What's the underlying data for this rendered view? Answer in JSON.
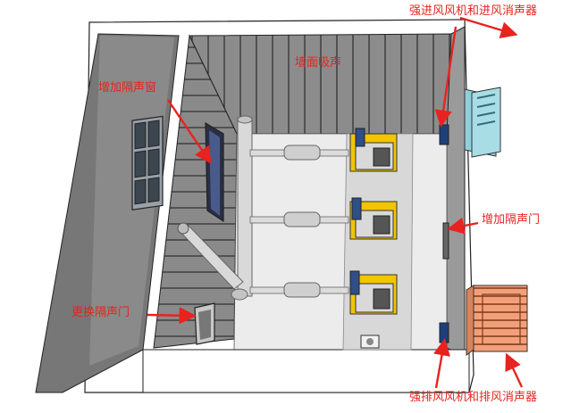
{
  "labels": {
    "intake_fan": "强进风风机和进风消声器",
    "wall_absorption": "墙面吸声",
    "add_window": "增加隔声窗",
    "add_door": "增加隔声门",
    "replace_door": "更换隔声门",
    "exhaust_fan": "强排风风机和排风消声器"
  },
  "colors": {
    "callout": "#e8231f",
    "wall_top": "#ffffff",
    "wall_panel": "#8e8e8e",
    "left_wall": "#7a7a7a",
    "floor": "#e8e8e8",
    "intake_silencer": "#a9dde6",
    "exhaust_silencer": "#f3a07a",
    "pipe": "#d6d6d6",
    "generator": "#f2c500"
  },
  "icons": [
    "arrow-icon",
    "generator-icon",
    "silencer-icon",
    "fan-icon",
    "window-icon",
    "door-icon"
  ]
}
